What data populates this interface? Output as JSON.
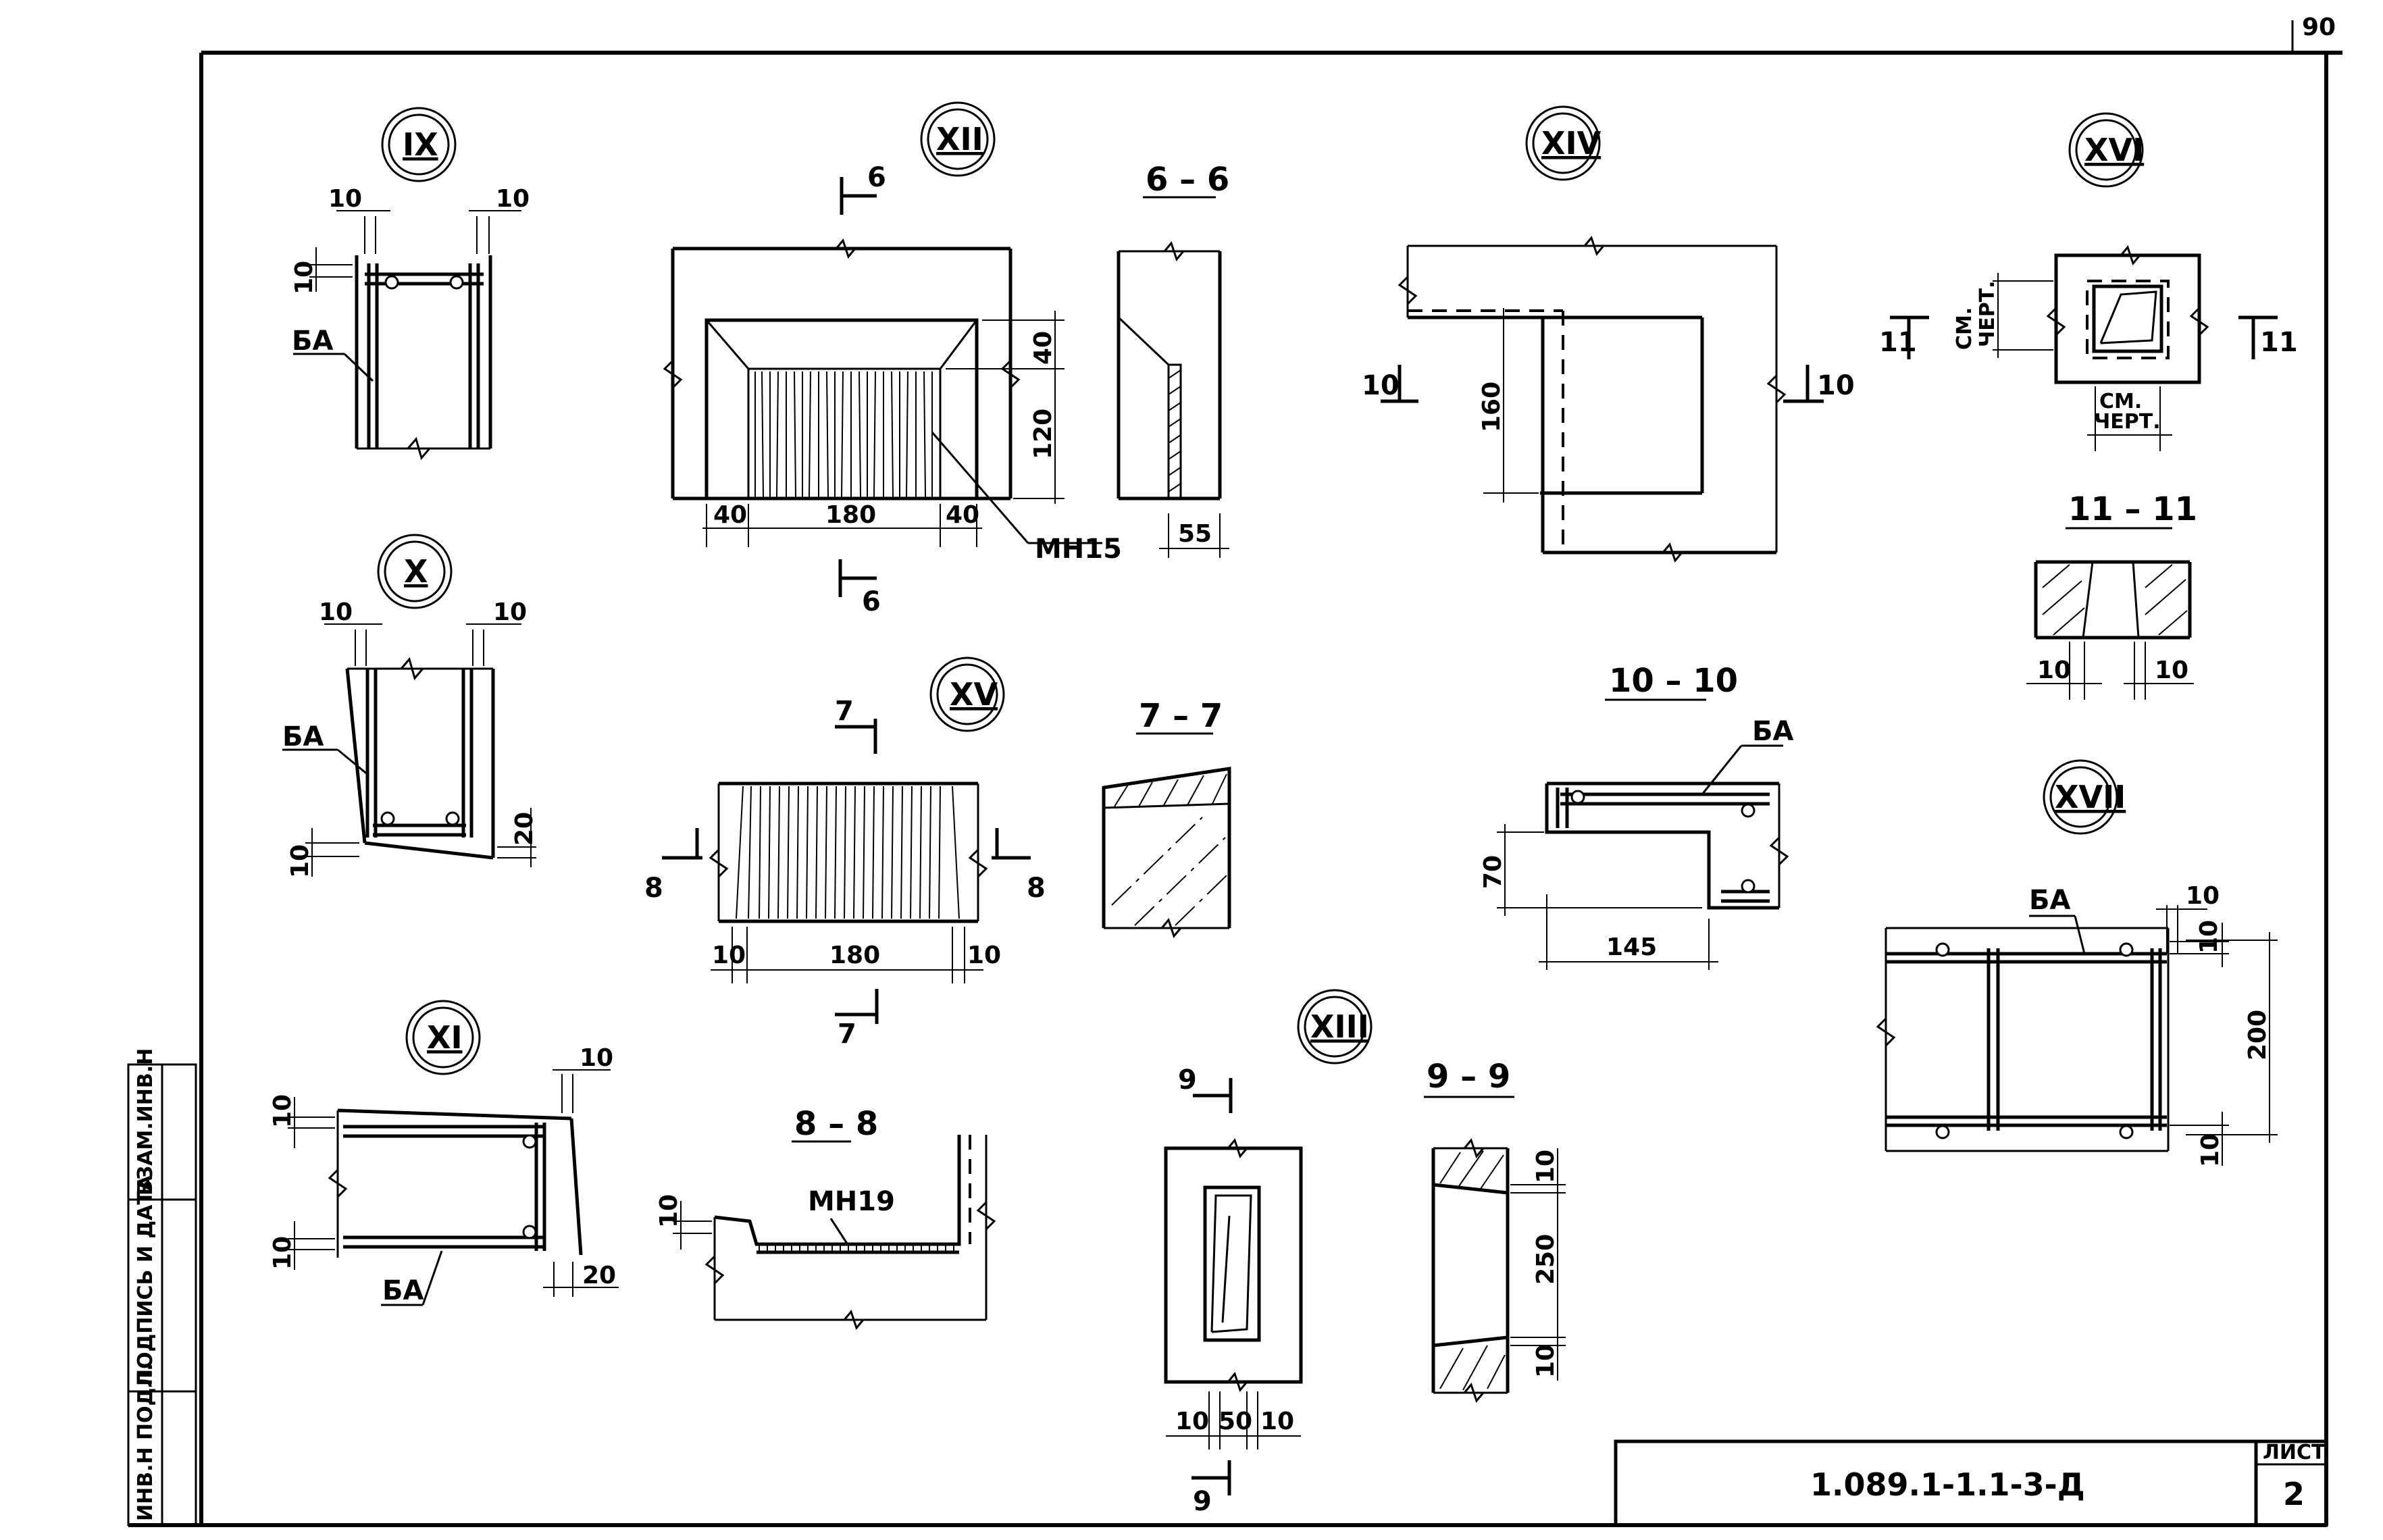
{
  "sheet": {
    "page_corner": "90",
    "drawing_code": "1.089.1-1.1-3-Д",
    "sheet_label": "ЛИСТ",
    "sheet_number": "2"
  },
  "stamp": {
    "cells": [
      "ИНВ.Н ПОДЛ.",
      "ПОДПИСЬ И ДАТА",
      "ВЗАМ.ИНВ.Н"
    ]
  },
  "details": {
    "ix": {
      "mark": "IX",
      "dim_left": "10",
      "dim_right": "10",
      "dim_top": "10",
      "callout": "БА"
    },
    "x": {
      "mark": "X",
      "dim_left": "10",
      "dim_right": "10",
      "dim_bottom": "10",
      "dim_side": "20",
      "callout": "БА"
    },
    "xi": {
      "mark": "XI",
      "dim_top": "10",
      "dim_right_top": "10",
      "dim_bottom": "10",
      "dim_right_bottom": "20",
      "callout": "БА"
    },
    "xii": {
      "mark": "XII",
      "cut_top": "6",
      "cut_bottom": "6",
      "dim_40a": "40",
      "dim_180": "180",
      "dim_40b": "40",
      "dim_v40": "40",
      "dim_v120": "120",
      "callout": "МН15"
    },
    "s66": {
      "title": "6 – 6",
      "dim_width": "55"
    },
    "xiv": {
      "mark": "XIV",
      "cut_left": "10",
      "cut_right": "10",
      "dim_v160": "160"
    },
    "xvi": {
      "mark": "XVI",
      "cut_left": "11",
      "cut_right": "11",
      "note_v1": "СМ.",
      "note_v2": "ЧЕРТ.",
      "note_h1": "СМ.",
      "note_h2": "ЧЕРТ."
    },
    "s1111": {
      "title": "11 – 11",
      "dim_left": "10",
      "dim_right": "10"
    },
    "xv": {
      "mark": "XV",
      "cut_top": "7",
      "cut_bottom": "7",
      "cut_left": "8",
      "cut_right": "8",
      "dim_10a": "10",
      "dim_180": "180",
      "dim_10b": "10"
    },
    "s77": {
      "title": "7 – 7"
    },
    "s1010": {
      "title": "10 – 10",
      "callout": "БА",
      "dim_v70": "70",
      "dim_h145": "145"
    },
    "xvii": {
      "mark": "XVII",
      "callout": "БА",
      "dim_top_a": "10",
      "dim_top_b": "10",
      "dim_v200": "200",
      "dim_bottom": "10"
    },
    "s88": {
      "title": "8 – 8",
      "callout": "МН19",
      "dim_left": "10"
    },
    "xiii": {
      "mark": "XIII",
      "cut_top": "9",
      "cut_bottom": "9",
      "dim_10a": "10",
      "dim_50": "50",
      "dim_10b": "10"
    },
    "s99": {
      "title": "9 – 9",
      "dim_top": "10",
      "dim_250": "250",
      "dim_bottom": "10"
    }
  }
}
